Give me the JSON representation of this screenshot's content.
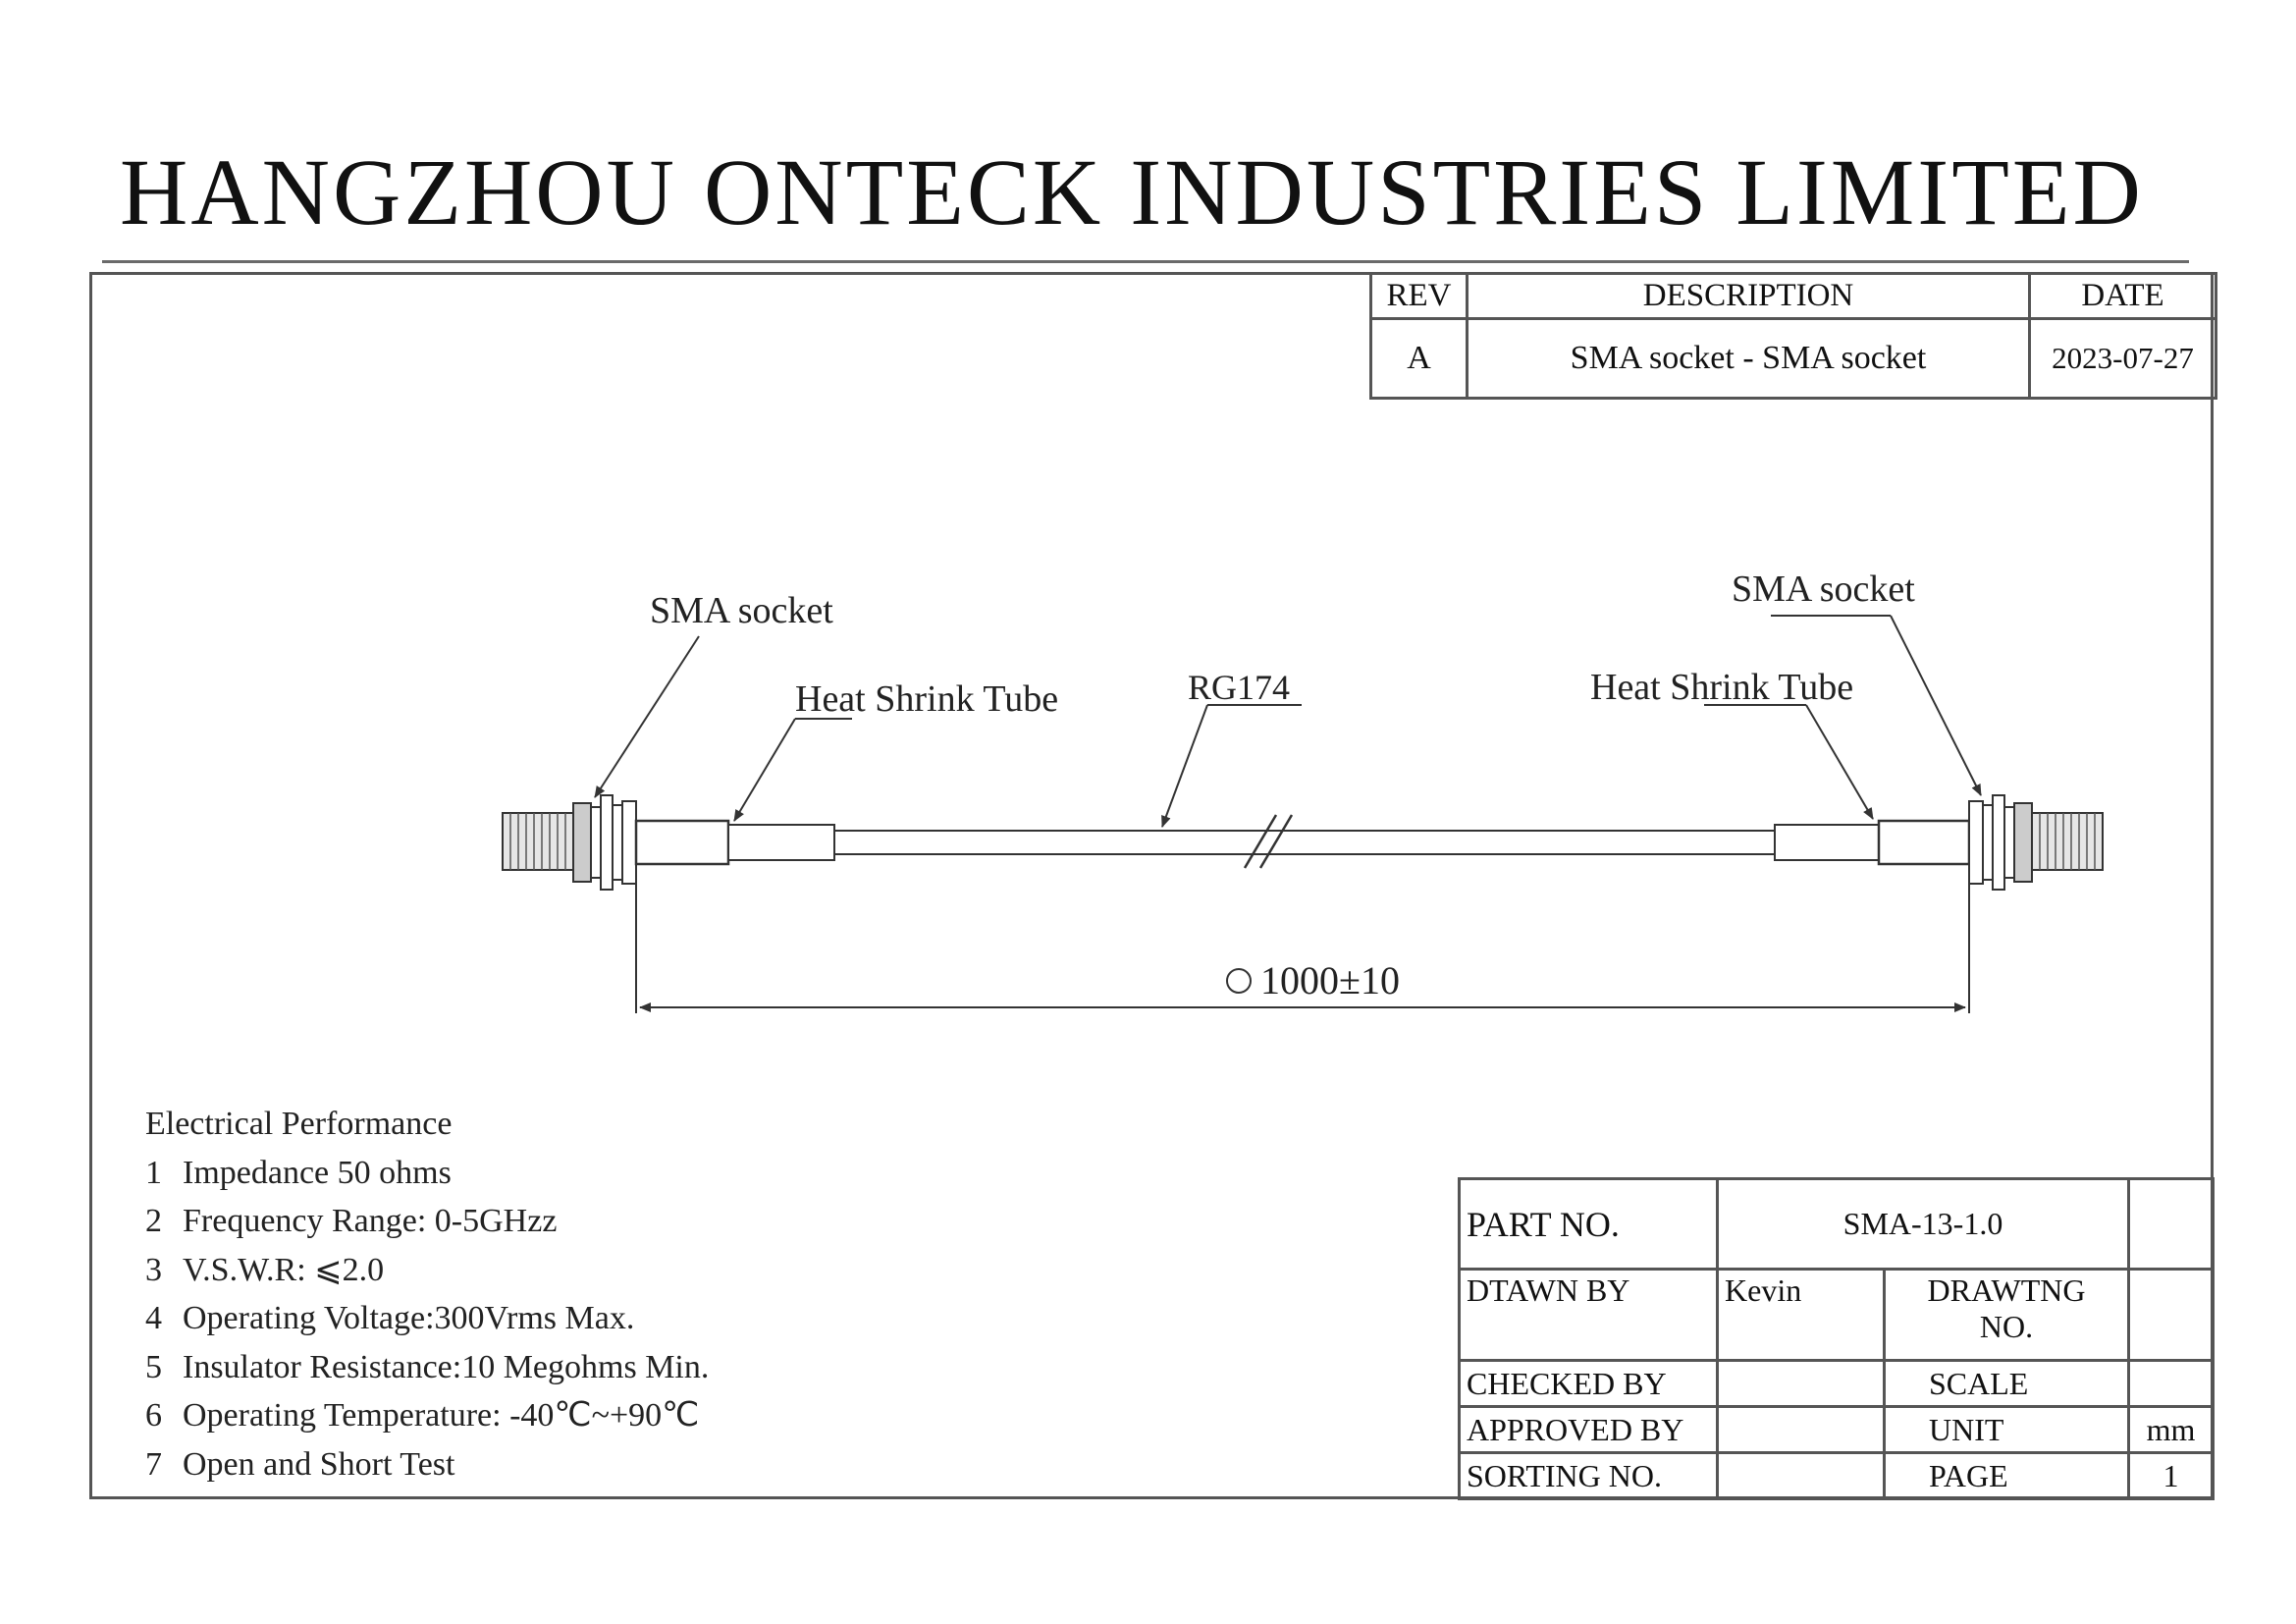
{
  "header": {
    "company": "HANGZHOU ONTECK INDUSTRIES LIMITED"
  },
  "revision_table": {
    "headers": {
      "rev": "REV",
      "description": "DESCRIPTION",
      "date": "DATE"
    },
    "rows": [
      {
        "rev": "A",
        "description": "SMA socket - SMA socket",
        "date": "2023-07-27"
      }
    ]
  },
  "drawing": {
    "left_connector_label": "SMA socket",
    "right_connector_label": "SMA socket",
    "left_tube_label": "Heat Shrink Tube",
    "right_tube_label": "Heat Shrink Tube",
    "cable_label": "RG174",
    "length_dimension": "1000±10"
  },
  "electrical_performance": {
    "title": "Electrical Performance",
    "items": [
      {
        "num": "1",
        "text": "Impedance 50 ohms"
      },
      {
        "num": "2",
        "text": "Frequency Range: 0-5GHzz"
      },
      {
        "num": "3",
        "text": "V.S.W.R: ⩽2.0"
      },
      {
        "num": "4",
        "text": "Operating Voltage:300Vrms Max."
      },
      {
        "num": "5",
        "text": "Insulator Resistance:10 Megohms Min."
      },
      {
        "num": "6",
        "text": "Operating Temperature: -40℃~+90℃"
      },
      {
        "num": "7",
        "text": "Open and Short Test"
      }
    ]
  },
  "title_block": {
    "part_no_label": "PART NO.",
    "part_no_value": "SMA-13-1.0",
    "drawn_by_label": "DTAWN BY",
    "drawn_by_value": "Kevin",
    "drawing_no_label_1": "DRAWTNG",
    "drawing_no_label_2": "NO.",
    "checked_by_label": "CHECKED BY",
    "scale_label": "SCALE",
    "approved_by_label": "APPROVED BY",
    "unit_label": "UNIT",
    "unit_value": "mm",
    "sorting_no_label": "SORTING NO.",
    "page_label": "PAGE",
    "page_value": "1"
  },
  "colors": {
    "line": "#555555",
    "text": "#111111",
    "background": "#ffffff"
  }
}
